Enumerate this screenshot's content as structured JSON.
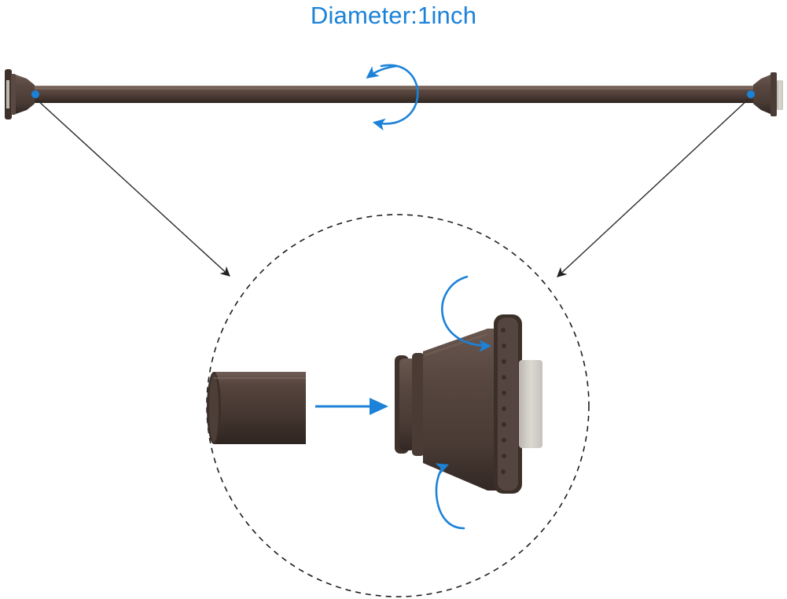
{
  "caption": {
    "text": "Diameter:1inch"
  },
  "colors": {
    "accent": "#1b82d8",
    "rod": "#4e3e37",
    "rod_highlight": "#7d6c63",
    "rod_shadow": "#2e2421",
    "rubber_pad": "#cfccc6",
    "pointer_line": "#2a2a2a",
    "dashed_circle": "#1e1e1e",
    "background": "#ffffff"
  },
  "illustration": {
    "subject": "tension-rod",
    "parts": [
      "rod-tube",
      "end-cap",
      "rubber-pad"
    ],
    "callout": "dashed-circle-detail",
    "arrows": [
      "rotation-arrow",
      "insert-arrow"
    ]
  }
}
